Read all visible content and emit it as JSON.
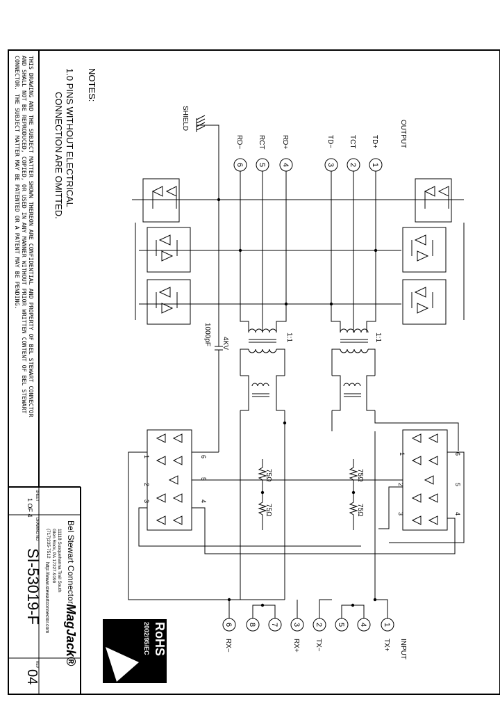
{
  "notes": {
    "heading": "NOTES:",
    "line1": "1.0  PINS WITHOUT ELECTRICAL",
    "line2": "CONNECTION ARE OMITTED."
  },
  "confidential": [
    "THIS DRAWING AND THE SUBJECT MATTER SHOWN THEREON ARE CONFIDENTIAL AND PROPERTY OF BEL STEWART CONNECTOR",
    "AND SHALL NOT BE REPRODUCED, COPIED, OR USED IN ANY MANNER WITHOUT PRIOR WRITTEN CONTENT OF BEL STEWART",
    "CONNECTOR.  THE SUBJECT MATTER MAY BE PATENTED OR A PATENT MAY BE PENDING."
  ],
  "output": {
    "title": "OUTPUT",
    "pins": [
      {
        "num": "1",
        "label": "TD+"
      },
      {
        "num": "2",
        "label": "TCT"
      },
      {
        "num": "3",
        "label": "TD−"
      },
      {
        "num": "4",
        "label": "RD+"
      },
      {
        "num": "5",
        "label": "RCT"
      },
      {
        "num": "6",
        "label": "RD−"
      }
    ],
    "shield": "SHIELD"
  },
  "input": {
    "title": "INPUT",
    "pins": [
      {
        "num": "1",
        "label": "TX+"
      },
      {
        "num": "4",
        "label": ""
      },
      {
        "num": "5",
        "label": ""
      },
      {
        "num": "2",
        "label": "TX−"
      },
      {
        "num": "3",
        "label": "RX+"
      },
      {
        "num": "7",
        "label": ""
      },
      {
        "num": "8",
        "label": ""
      },
      {
        "num": "6",
        "label": "RX−"
      }
    ]
  },
  "components": {
    "ratio_top": "1:1",
    "ratio_bottom": "1:1",
    "hv_cap": "4KV",
    "cap_value": "1000pF",
    "res1": "75Ω",
    "res2": "75Ω",
    "res3": "75Ω",
    "res4": "75Ω",
    "bridge_pins": [
      "1",
      "2",
      "3",
      "4",
      "5",
      "6"
    ]
  },
  "title_block": {
    "company": "Bel Stewart Connector",
    "address1": "11118 Susquehanna Trail South",
    "address2": "Glen Rock, PA 17327-9199",
    "phone": "(717)235-7512",
    "website": "http://www.stewartconnector.com",
    "brand": "MagJack®",
    "rohs": "RoHS",
    "rohs_sub": "2002/95/EC",
    "sheet_label": "SHEET",
    "sheet_value": "1 OF 4",
    "drawing_label": "DRAWING NO.",
    "drawing_value": "SI-53019-F",
    "rev_label": "REV",
    "rev_value": "04"
  }
}
